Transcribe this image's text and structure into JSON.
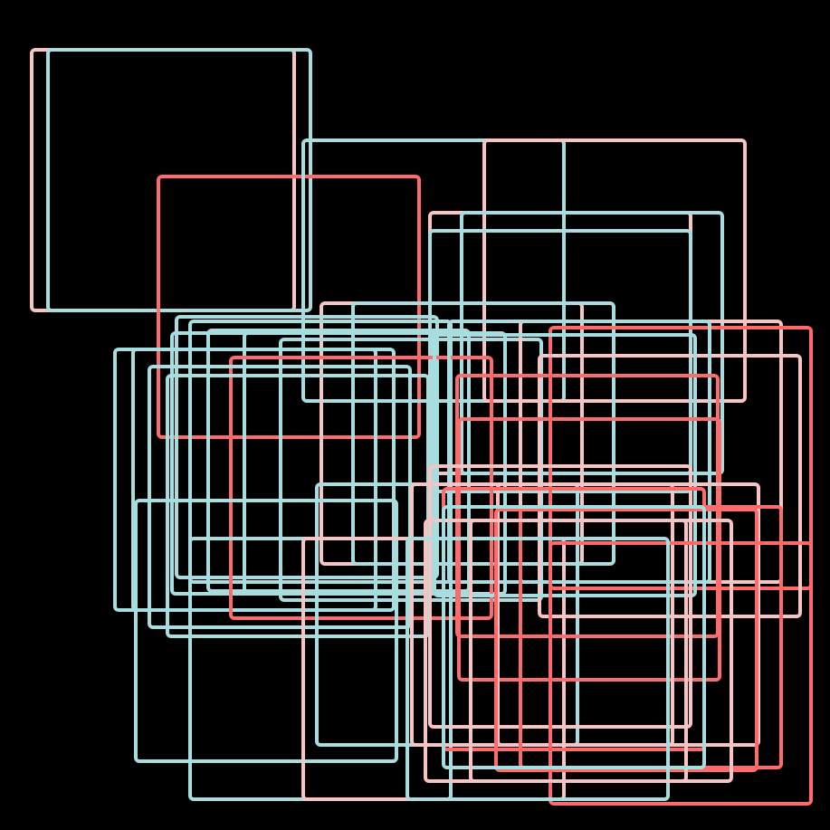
{
  "canvas": {
    "background": "#000000"
  },
  "palette": {
    "teal": "#A8DDE0",
    "coral": "#FF6B6B",
    "pink": "#F7C3C3"
  },
  "artwork": {
    "description_kind": "abstract-generative",
    "shape": "rounded-square-outline",
    "color_set": [
      "teal",
      "coral",
      "pink"
    ]
  }
}
